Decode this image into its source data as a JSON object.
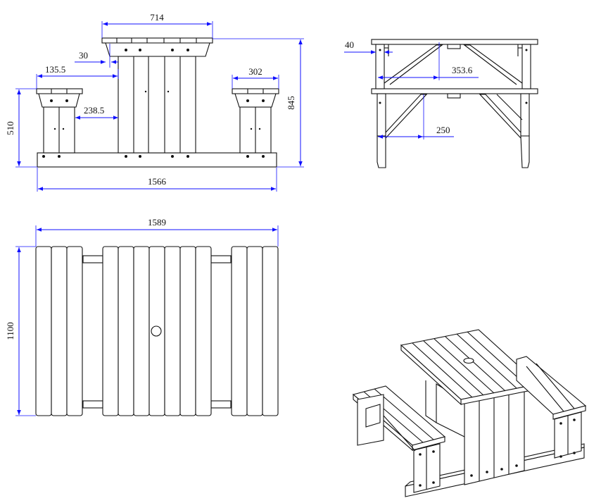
{
  "dimensions": {
    "front": {
      "top_width": "714",
      "table_overhang": "30",
      "bench_offset": "135.5",
      "bench_width": "302",
      "bench_gap": "238.5",
      "bench_height": "510",
      "overall_height": "845",
      "overall_length": "1566"
    },
    "side": {
      "board_thickness": "40",
      "top_brace": "353.6",
      "lower_brace": "250"
    },
    "plan": {
      "overall_length": "1589",
      "overall_width": "1100"
    }
  },
  "colors": {
    "dimension_lines": "#1010ff",
    "outline": "#111111"
  }
}
